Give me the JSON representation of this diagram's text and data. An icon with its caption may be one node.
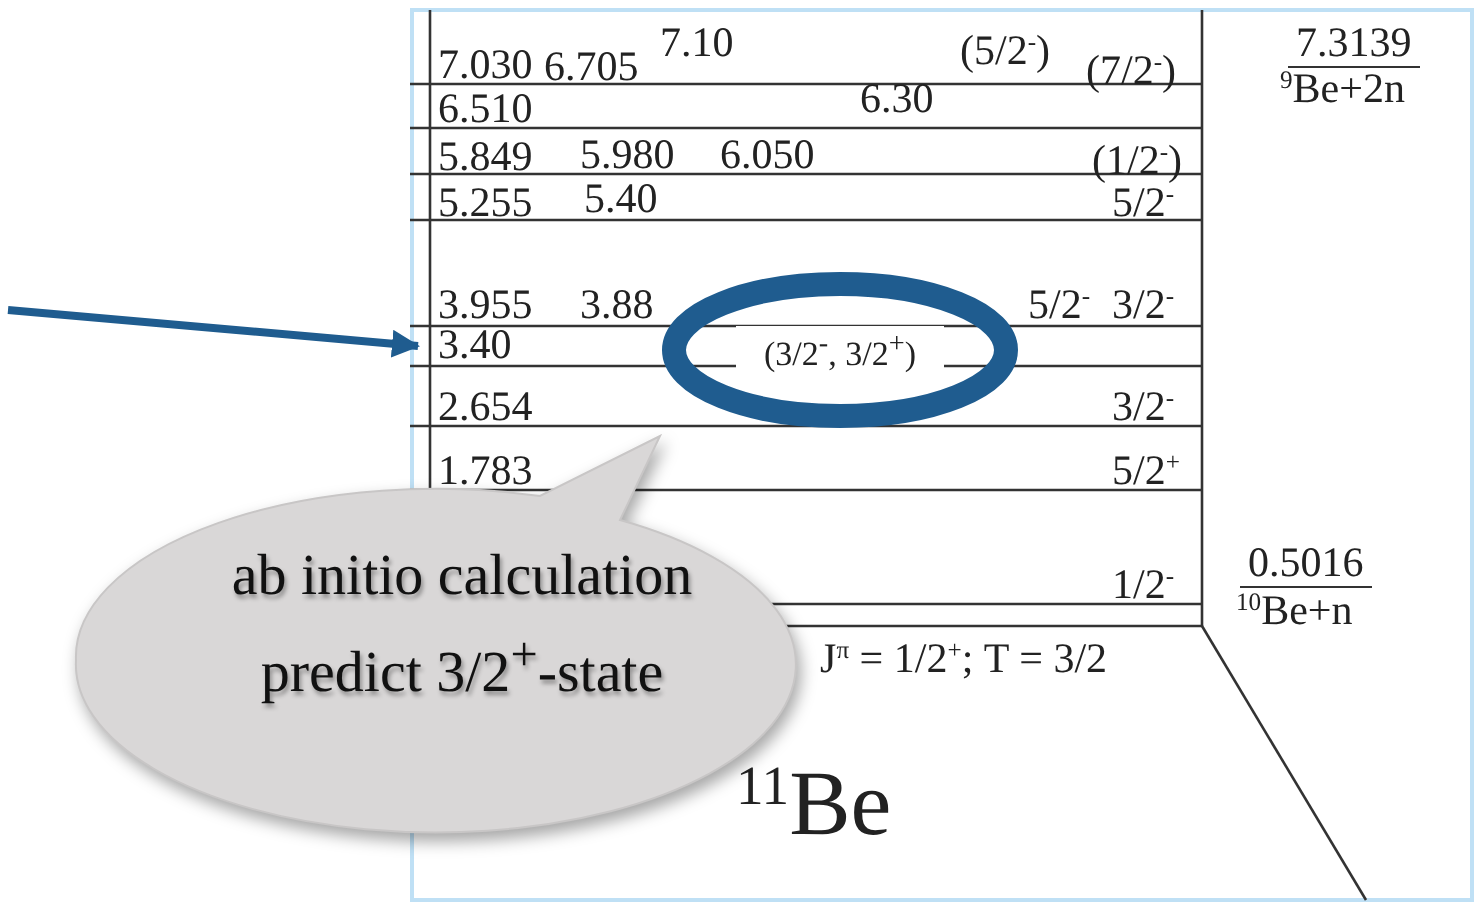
{
  "diagram": {
    "nodes": [
      {
        "text": [
          "ab initio calculation predict 3/2$^{+}$-state"
        ]
      },
      {
        "text": [
          "(3/2$^{-}$, 3/2$^{+}$)"
        ]
      },
      {
        "text": [
          "3.40"
        ]
      }
    ],
    "edges": [
      {
        "from": null,
        "to": 2,
        "arrow": "to"
      }
    ],
    "labels": [
      "7.10",
      "7.030",
      "6.705",
      "(5/2$^{-}$)",
      "(7/2$^{-}$)",
      "7.3139",
      "$^{9}$Be+2n",
      "6.510",
      "6.30",
      "5.849",
      "5.980",
      "6.050",
      "(1/2$^{-}$)",
      "5.255",
      "5.40",
      "5/2$^{-}$",
      "3.955",
      "3.88",
      "5/2$^{-}$",
      "3/2$^{-}$",
      "2.654",
      "3/2$^{-}$",
      "1.783",
      "5/2$^{+}$",
      "1/2$^{-}$",
      "0.5016",
      "$^{10}$Be+n",
      "J$^{π}$ = 1/2$^{+}$; T = 3/2",
      "$^{11}$Be"
    ]
  }
}
